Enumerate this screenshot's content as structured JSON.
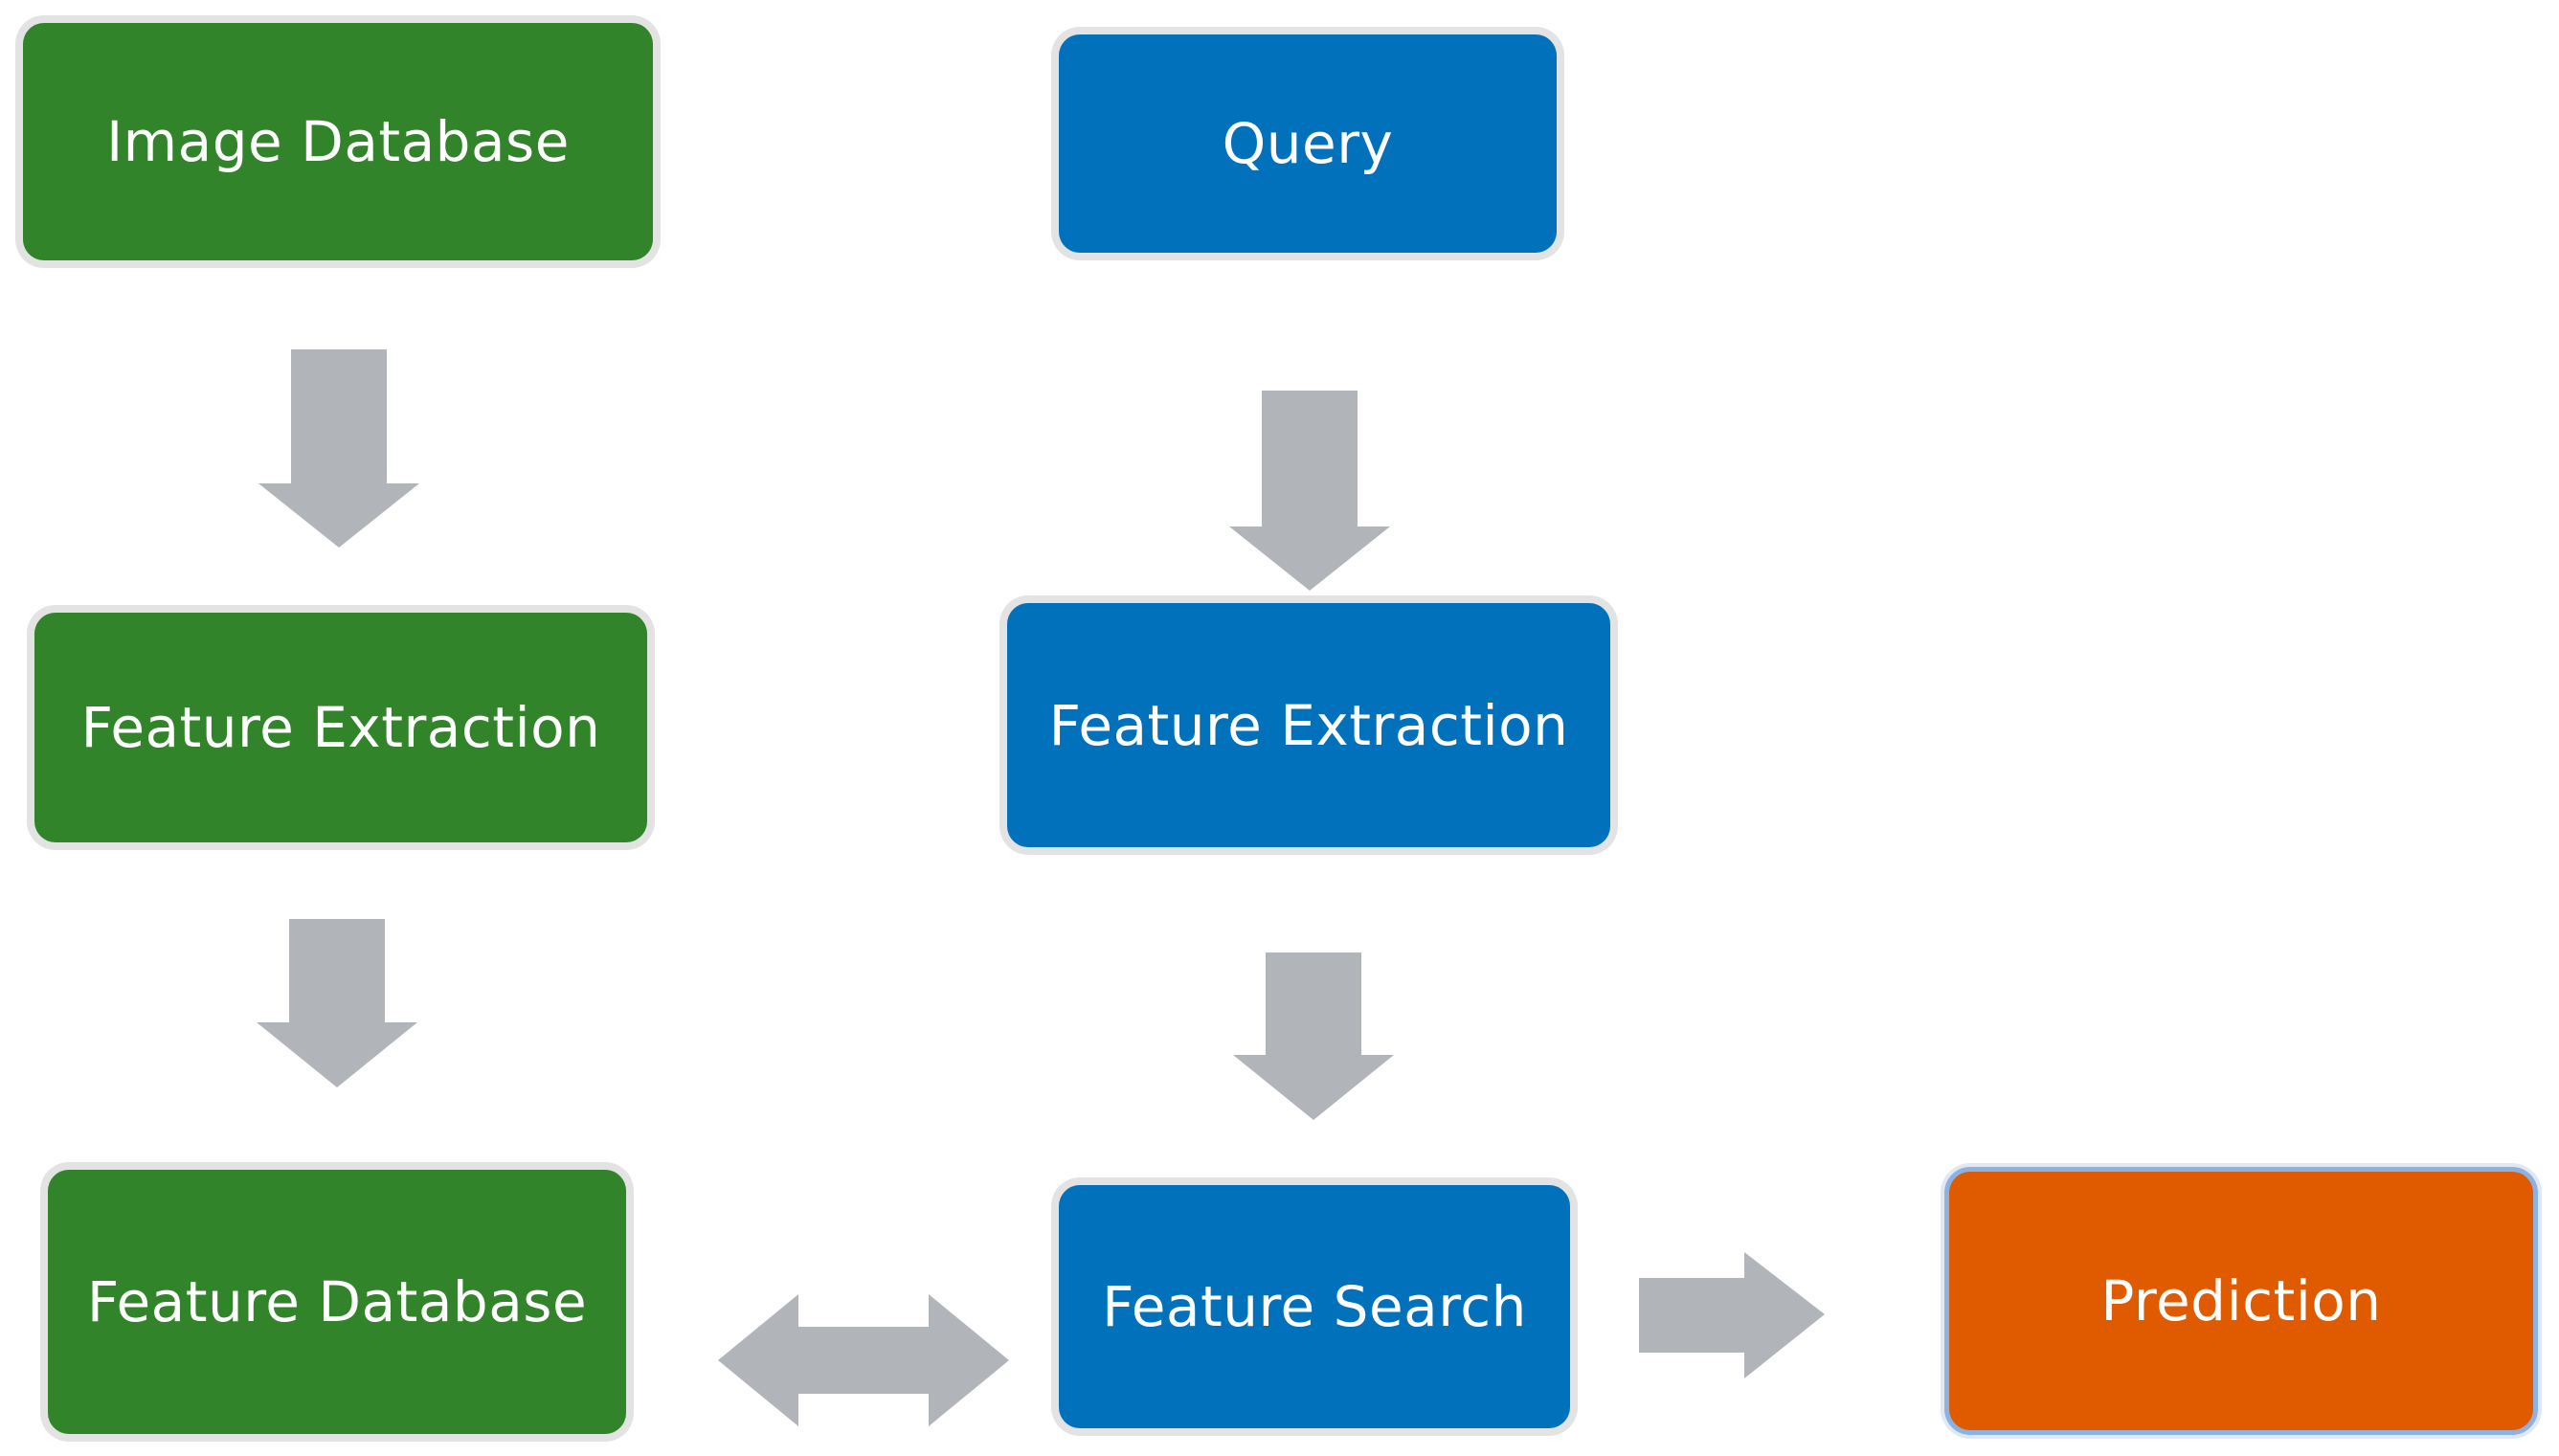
{
  "diagram": {
    "boxes": {
      "image_database": "Image Database",
      "query": "Query",
      "feature_extraction_left": "Feature Extraction",
      "feature_extraction_right": "Feature Extraction",
      "feature_database": "Feature Database",
      "feature_search": "Feature Search",
      "prediction": "Prediction"
    },
    "colors": {
      "database_pipeline": "#318429",
      "query_pipeline": "#0071ba",
      "prediction": "#e05a00",
      "arrow": "#b1b5ba",
      "box_halo": "#e3e3e3"
    },
    "connections": [
      {
        "from": "Image Database",
        "to": "Feature Extraction (left)",
        "kind": "down-arrow"
      },
      {
        "from": "Feature Extraction (left)",
        "to": "Feature Database",
        "kind": "down-arrow"
      },
      {
        "from": "Query",
        "to": "Feature Extraction (right)",
        "kind": "down-arrow"
      },
      {
        "from": "Feature Extraction (right)",
        "to": "Feature Search",
        "kind": "down-arrow"
      },
      {
        "from": "Feature Database",
        "to": "Feature Search",
        "kind": "double-arrow"
      },
      {
        "from": "Feature Search",
        "to": "Prediction",
        "kind": "right-arrow"
      }
    ]
  }
}
